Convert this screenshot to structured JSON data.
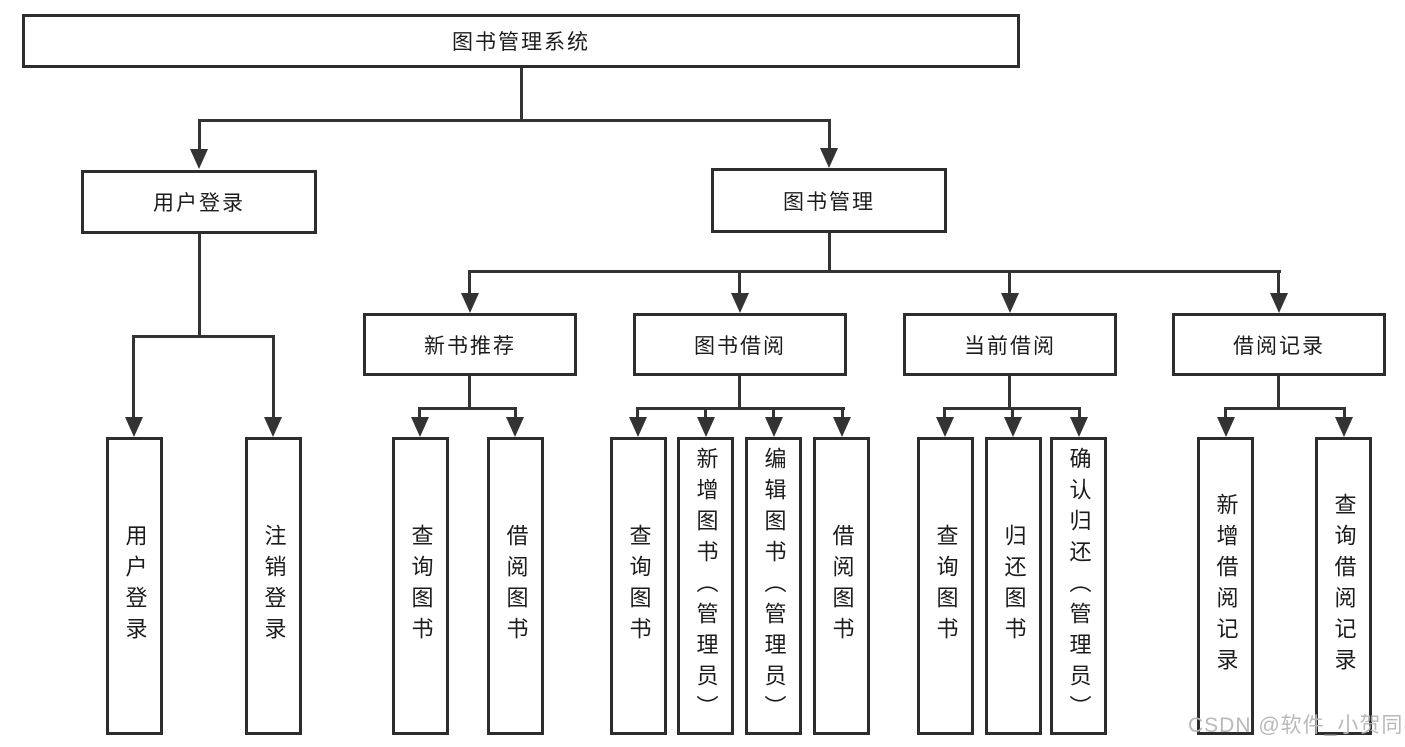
{
  "diagram": {
    "root": {
      "label": "图书管理系统"
    },
    "branches": [
      {
        "label": "用户登录",
        "children": [
          {
            "label": "用户登录"
          },
          {
            "label": "注销登录"
          }
        ]
      },
      {
        "label": "图书管理",
        "groups": [
          {
            "label": "新书推荐",
            "children": [
              {
                "label": "查询图书"
              },
              {
                "label": "借阅图书"
              }
            ]
          },
          {
            "label": "图书借阅",
            "children": [
              {
                "label": "查询图书"
              },
              {
                "label": "新增图书（管理员）"
              },
              {
                "label": "编辑图书（管理员）"
              },
              {
                "label": "借阅图书"
              }
            ]
          },
          {
            "label": "当前借阅",
            "children": [
              {
                "label": "查询图书"
              },
              {
                "label": "归还图书"
              },
              {
                "label": "确认归还（管理员）"
              }
            ]
          },
          {
            "label": "借阅记录",
            "children": [
              {
                "label": "新增借阅记录"
              },
              {
                "label": "查询借阅记录"
              }
            ]
          }
        ]
      }
    ]
  },
  "watermark": {
    "text": "CSDN @软件_小贺同学"
  },
  "colors": {
    "line": "#333333",
    "box_border": "#2d2d2d",
    "text": "#1c1c1c",
    "watermark": "#b9b9b9",
    "background": "#ffffff"
  }
}
